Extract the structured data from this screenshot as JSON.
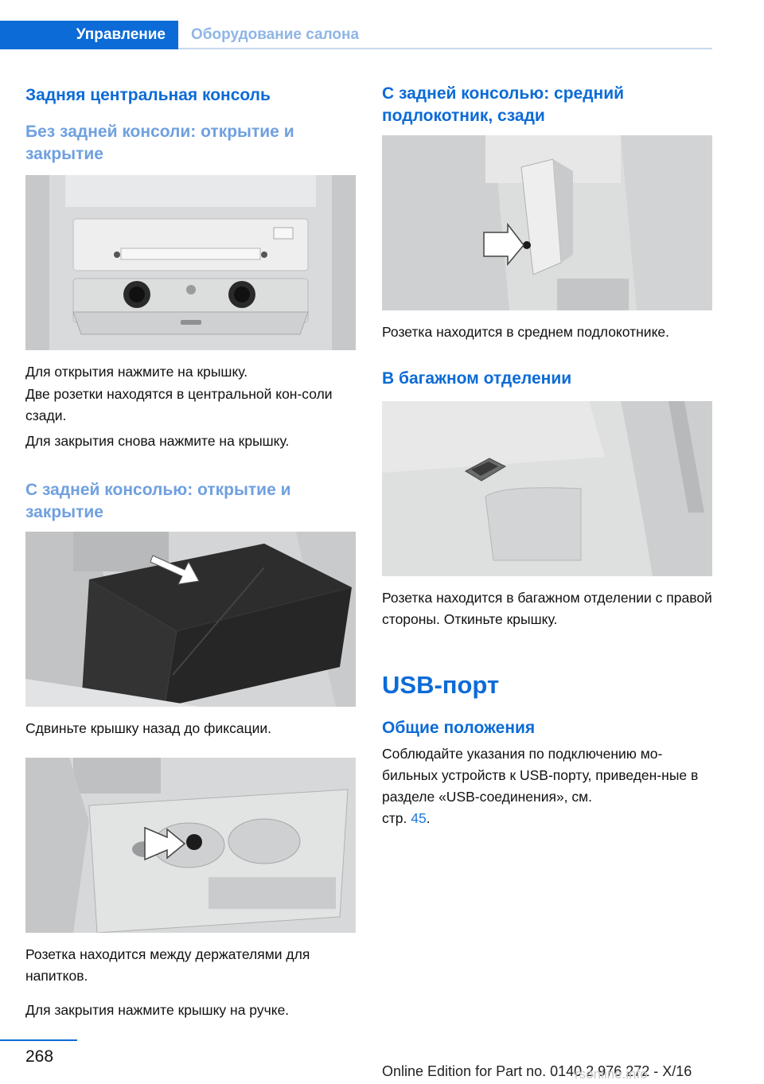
{
  "header": {
    "active_tab": "Управление",
    "inactive_tab": "Оборудование салона"
  },
  "left": {
    "section_title": "Задняя центральная консоль",
    "sub1_title": "Без задней консоли: открытие и закрытие",
    "p1": "Для открытия нажмите на крышку.",
    "p2": "Две розетки находятся в центральной кон-соли сзади.",
    "p3": "Для закрытия снова нажмите на крышку.",
    "sub2_title": "С задней консолью: открытие и закрытие",
    "p4": "Сдвиньте крышку назад до фиксации.",
    "p5": "Розетка находится между держателями для напитков.",
    "p6": "Для закрытия нажмите крышку на ручке."
  },
  "right": {
    "sub3_title": "С задней консолью: средний подлокотник, сзади",
    "p7": "Розетка находится в среднем подлокотнике.",
    "sub4_title": "В багажном отделении",
    "p8": "Розетка находится в багажном отделении с правой стороны. Откиньте крышку.",
    "usb_title": "USB-порт",
    "general_title": "Общие положения",
    "p9": "Соблюдайте указания по подключению мо-бильных устройств к USB-порту, приведен-ные в разделе «USB-соединения», см.",
    "p9_page_prefix": "стр.",
    "p9_page_link": "45",
    "p9_suffix": "."
  },
  "footer": {
    "page_number": "268",
    "edition": "Online Edition for Part no. 0140 2 976 272 - X/16",
    "watermark": "rsonline.info"
  },
  "colors": {
    "accent": "#0c6bd6",
    "accent_light": "#6fa0e0"
  }
}
